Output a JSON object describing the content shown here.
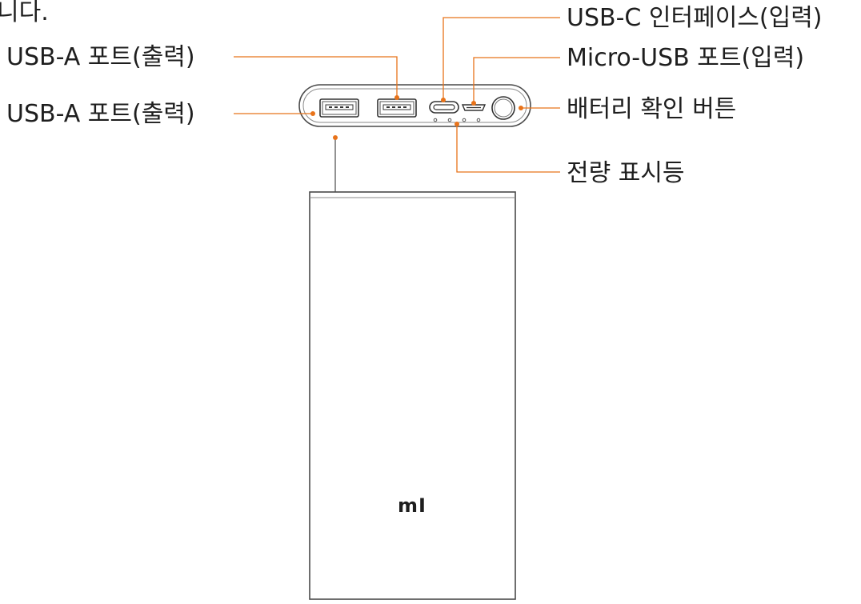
{
  "intro_text_fragment": "니다.",
  "labels": {
    "usb_a_top": "USB-A 포트(출력)",
    "usb_a_bottom": "USB-A 포트(출력)",
    "usb_c": "USB-C 인터페이스(입력)",
    "micro_usb": "Micro-USB 포트(입력)",
    "battery_button": "배터리 확인 버튼",
    "indicator": "전량 표시등"
  },
  "logo_text": "mI",
  "colors": {
    "leader": "#e8731a",
    "outline": "#4a4a4a",
    "text": "#1e1e1e"
  }
}
